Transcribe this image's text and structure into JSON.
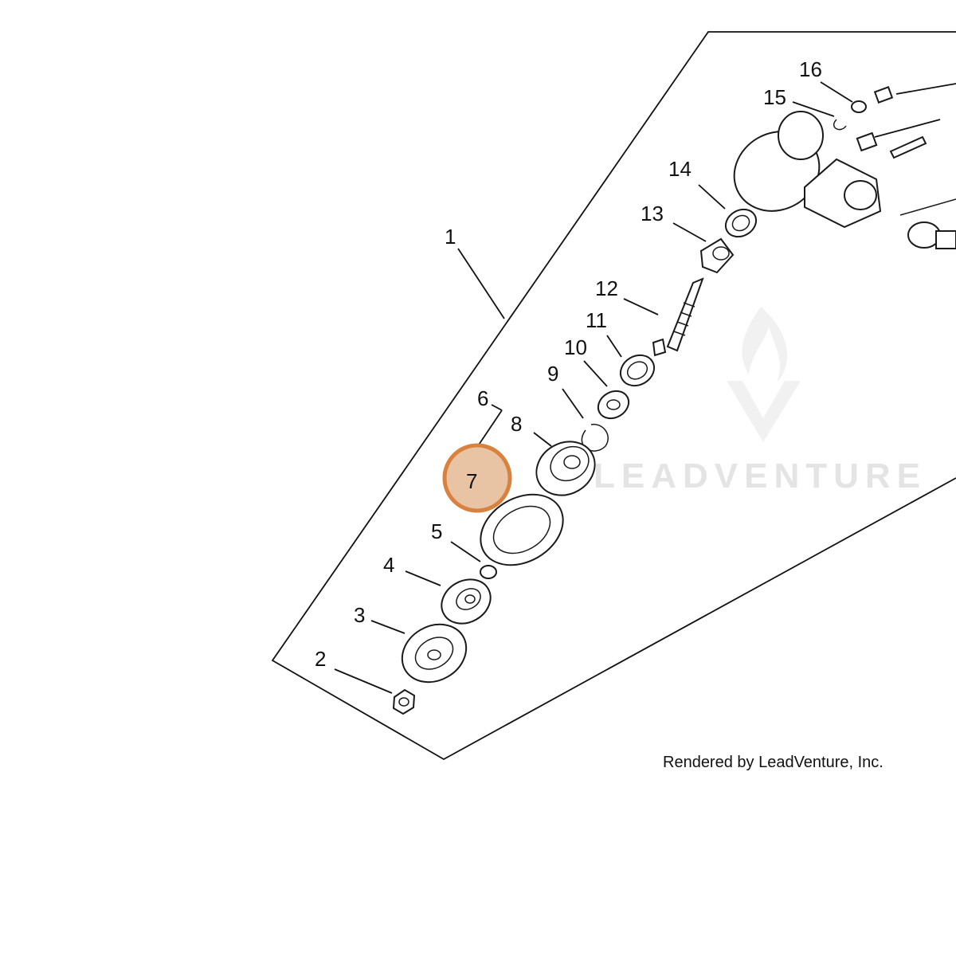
{
  "diagram": {
    "callouts": [
      "1",
      "2",
      "3",
      "4",
      "5",
      "6",
      "7",
      "8",
      "9",
      "10",
      "11",
      "12",
      "13",
      "14",
      "15",
      "16"
    ],
    "highlighted_callout": "7",
    "highlight_color": "#E9C4A4",
    "highlight_border_color": "#D9823F",
    "watermark": "LEADVENTURE",
    "credit": "Rendered by LeadVenture, Inc."
  }
}
